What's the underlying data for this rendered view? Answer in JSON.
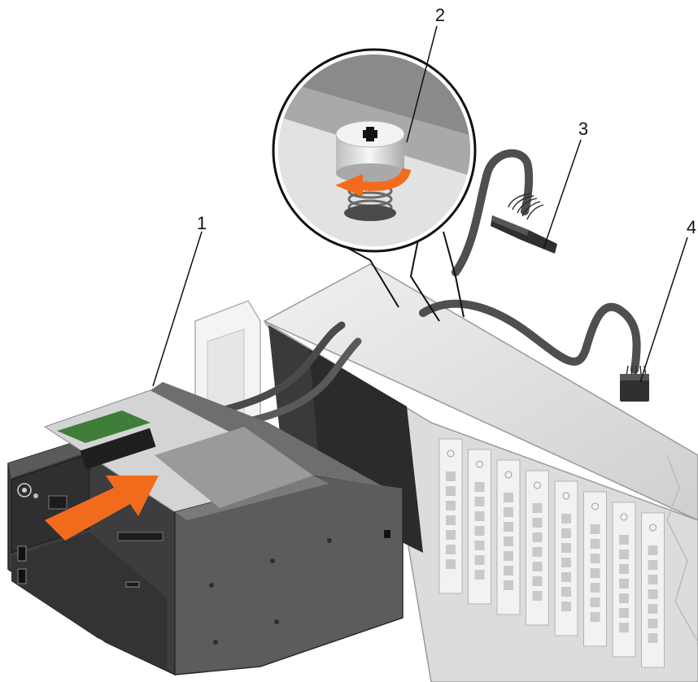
{
  "callouts": [
    {
      "id": "1",
      "label": "1"
    },
    {
      "id": "2",
      "label": "2"
    },
    {
      "id": "3",
      "label": "3"
    },
    {
      "id": "4",
      "label": "4"
    }
  ],
  "colors": {
    "arrow": "#f26b1d",
    "chassis_dark": "#3d3d3f",
    "chassis_mid": "#6e6e70",
    "panel_light": "#e4e4e4",
    "cable": "#4a4a4a"
  },
  "icons": [
    "phillips-screw-icon",
    "rotate-counterclockwise-arrow-icon",
    "insert-direction-arrow-icon",
    "power-button-icon",
    "usb-port-icon"
  ]
}
